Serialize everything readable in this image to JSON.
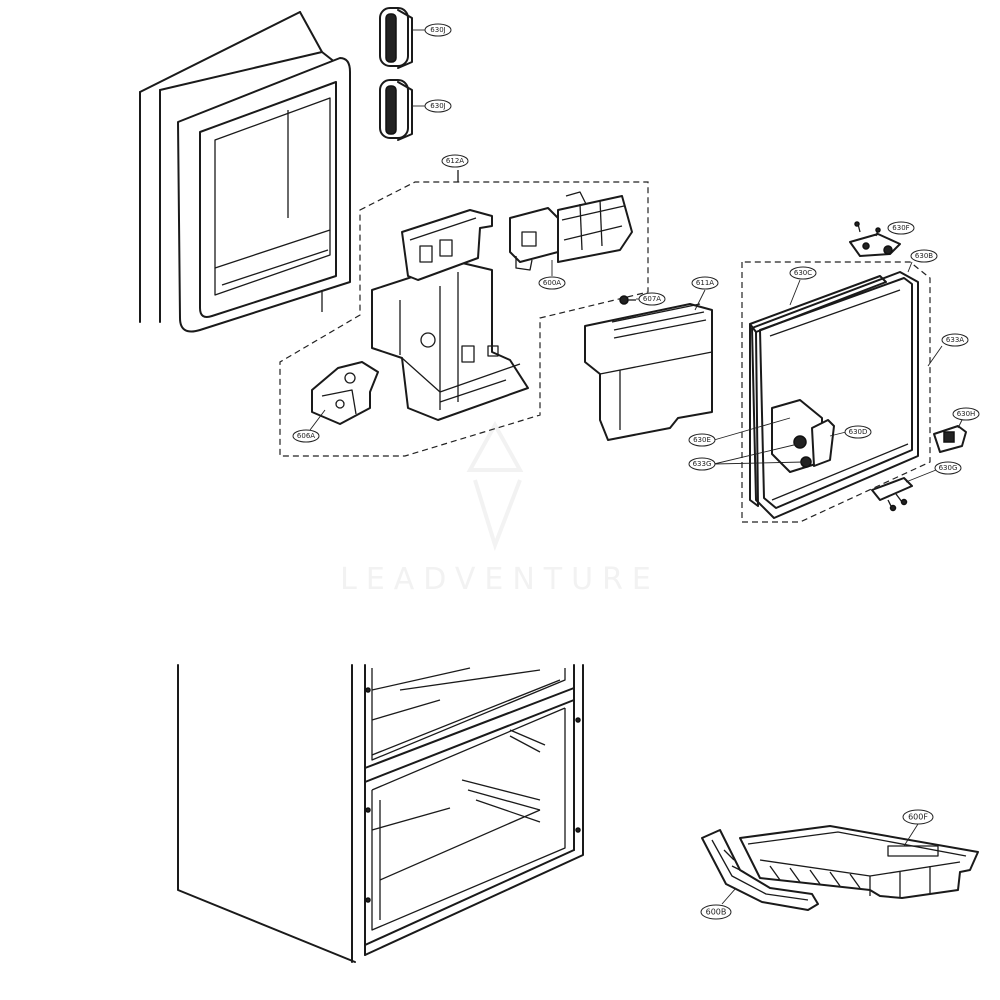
{
  "watermark": "LEADVENTURE",
  "callouts": {
    "c630J_a": "630J",
    "c630J_b": "630J",
    "c612A": "612A",
    "c600A": "600A",
    "c607A": "607A",
    "c611A": "611A",
    "c606A": "606A",
    "c630F": "630F",
    "c630B": "630B",
    "c630C": "630C",
    "c633A": "633A",
    "c630H": "630H",
    "c630E": "630E",
    "c630D": "630D",
    "c633G": "633G",
    "c630G": "630G",
    "c600F": "600F",
    "c600B": "600B"
  }
}
